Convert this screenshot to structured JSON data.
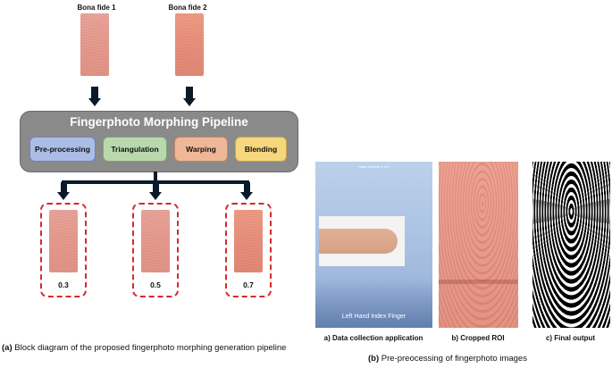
{
  "left_panel": {
    "bonafide1_label": "Bona fide 1",
    "bonafide2_label": "Bona fide 2",
    "pipeline_title": "Fingerphoto Morphing Pipeline",
    "stages": [
      {
        "label": "Pre-processing",
        "color": "#a9bde6",
        "border": "#6f86b8"
      },
      {
        "label": "Triangulation",
        "color": "#b9d9ad",
        "border": "#7ea572"
      },
      {
        "label": "Warping",
        "color": "#f0b797",
        "border": "#c98260"
      },
      {
        "label": "Blending",
        "color": "#f6d77d",
        "border": "#c7a648"
      }
    ],
    "outputs": [
      "0.3",
      "0.5",
      "0.7"
    ],
    "caption_prefix": "(a)",
    "caption_text": "Block diagram of the proposed fingerphoto morphing generation pipeline"
  },
  "right_panel": {
    "app_header": "Hand Sample 1 of 1",
    "app_footer": "Left Hand Index Finger",
    "labels": [
      "a) Data collection application",
      "b) Cropped ROI",
      "c) Final output"
    ],
    "caption_prefix": "(b)",
    "caption_text": "Pre-preocessing of fingerphoto images"
  },
  "colors": {
    "arrow": "#0b1a2a",
    "dash": "#d62a2a",
    "pipeline_bg": "#8a8a8a"
  }
}
